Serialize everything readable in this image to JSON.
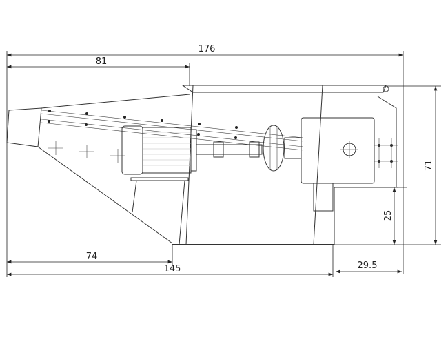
{
  "drawing": {
    "dimensions": {
      "overall_length": "176",
      "inlet_to_hopper": "81",
      "inlet_to_base": "74",
      "base_length": "145",
      "right_overhang": "29.5",
      "overall_height": "71",
      "base_height": "25"
    },
    "colors": {
      "line": "#333333",
      "background": "#ffffff"
    }
  }
}
